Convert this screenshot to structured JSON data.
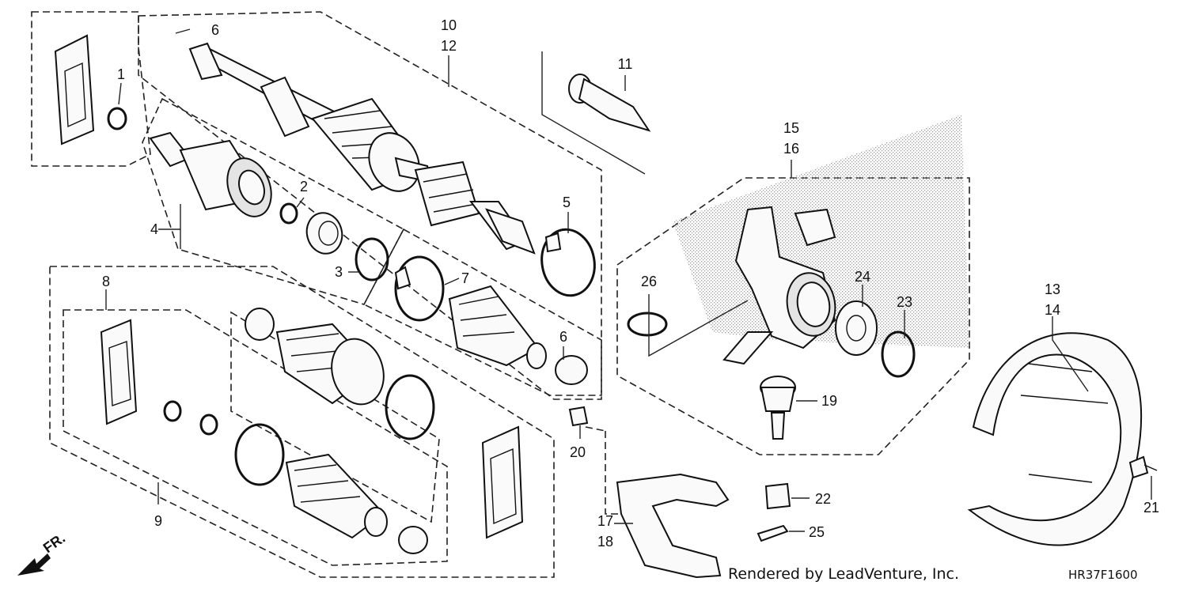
{
  "callouts": [
    {
      "id": "c1",
      "text": "1"
    },
    {
      "id": "c2",
      "text": "2"
    },
    {
      "id": "c3",
      "text": "3"
    },
    {
      "id": "c4",
      "text": "4"
    },
    {
      "id": "c5",
      "text": "5"
    },
    {
      "id": "c6a",
      "text": "6"
    },
    {
      "id": "c6b",
      "text": "6"
    },
    {
      "id": "c7",
      "text": "7"
    },
    {
      "id": "c8",
      "text": "8"
    },
    {
      "id": "c9",
      "text": "9"
    },
    {
      "id": "c10",
      "text": "10"
    },
    {
      "id": "c12",
      "text": "12"
    },
    {
      "id": "c11",
      "text": "11"
    },
    {
      "id": "c13",
      "text": "13"
    },
    {
      "id": "c14",
      "text": "14"
    },
    {
      "id": "c15",
      "text": "15"
    },
    {
      "id": "c16",
      "text": "16"
    },
    {
      "id": "c17",
      "text": "17"
    },
    {
      "id": "c18",
      "text": "18"
    },
    {
      "id": "c19",
      "text": "19"
    },
    {
      "id": "c20",
      "text": "20"
    },
    {
      "id": "c21",
      "text": "21"
    },
    {
      "id": "c22",
      "text": "22"
    },
    {
      "id": "c23",
      "text": "23"
    },
    {
      "id": "c24",
      "text": "24"
    },
    {
      "id": "c25",
      "text": "25"
    },
    {
      "id": "c26",
      "text": "26"
    }
  ],
  "direction_label": "FR.",
  "footer": {
    "credit": "Rendered by LeadVenture, Inc.",
    "diagram_code": "HR37F1600"
  },
  "colors": {
    "ink": "#111111",
    "paper": "#ffffff",
    "stipple": "#9a9a9a"
  }
}
